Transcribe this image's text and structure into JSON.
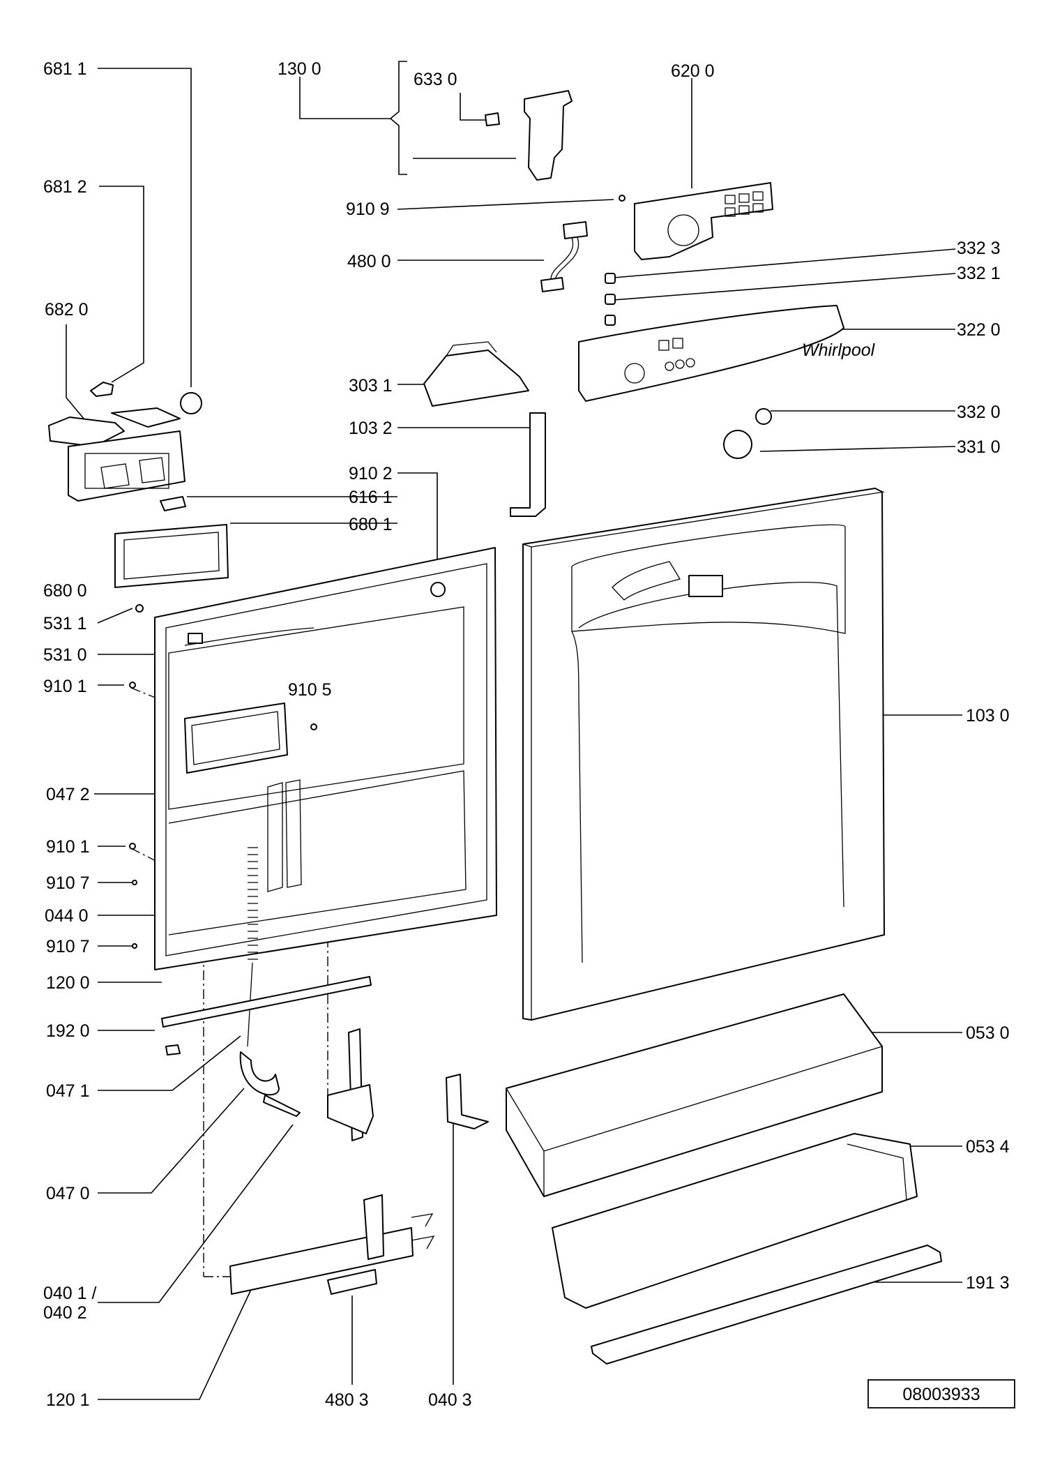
{
  "drawing_number": "08003933",
  "labels": {
    "l6811": "681 1",
    "l1300": "130 0",
    "l6330": "633 0",
    "l6200": "620 0",
    "l6812": "681 2",
    "l9109": "910 9",
    "l4800": "480 0",
    "l3323": "332 3",
    "l3321": "332 1",
    "l6820": "682 0",
    "l3220": "322 0",
    "l3031": "303 1",
    "l3320": "332 0",
    "l1032": "103 2",
    "l3310": "331 0",
    "l9102": "910 2",
    "l6161": "616 1",
    "l6801": "680 1",
    "l6800": "680 0",
    "l5311": "531 1",
    "l5310": "531 0",
    "l9101a": "910 1",
    "l9105": "910 5",
    "l1030": "103 0",
    "l0472": "047 2",
    "l9101b": "910 1",
    "l9107a": "910 7",
    "l0440": "044 0",
    "l9107b": "910 7",
    "l1200": "120 0",
    "l1920": "192 0",
    "l0530": "053 0",
    "l0471": "047 1",
    "l0534": "053 4",
    "l0470": "047 0",
    "l1913": "191 3",
    "l0401": "040 1 /",
    "l0402": "040 2",
    "l1201": "120 1",
    "l4803": "480 3",
    "l0403": "040 3"
  },
  "panel_text": {
    "brand_script": "Whirlpool"
  }
}
